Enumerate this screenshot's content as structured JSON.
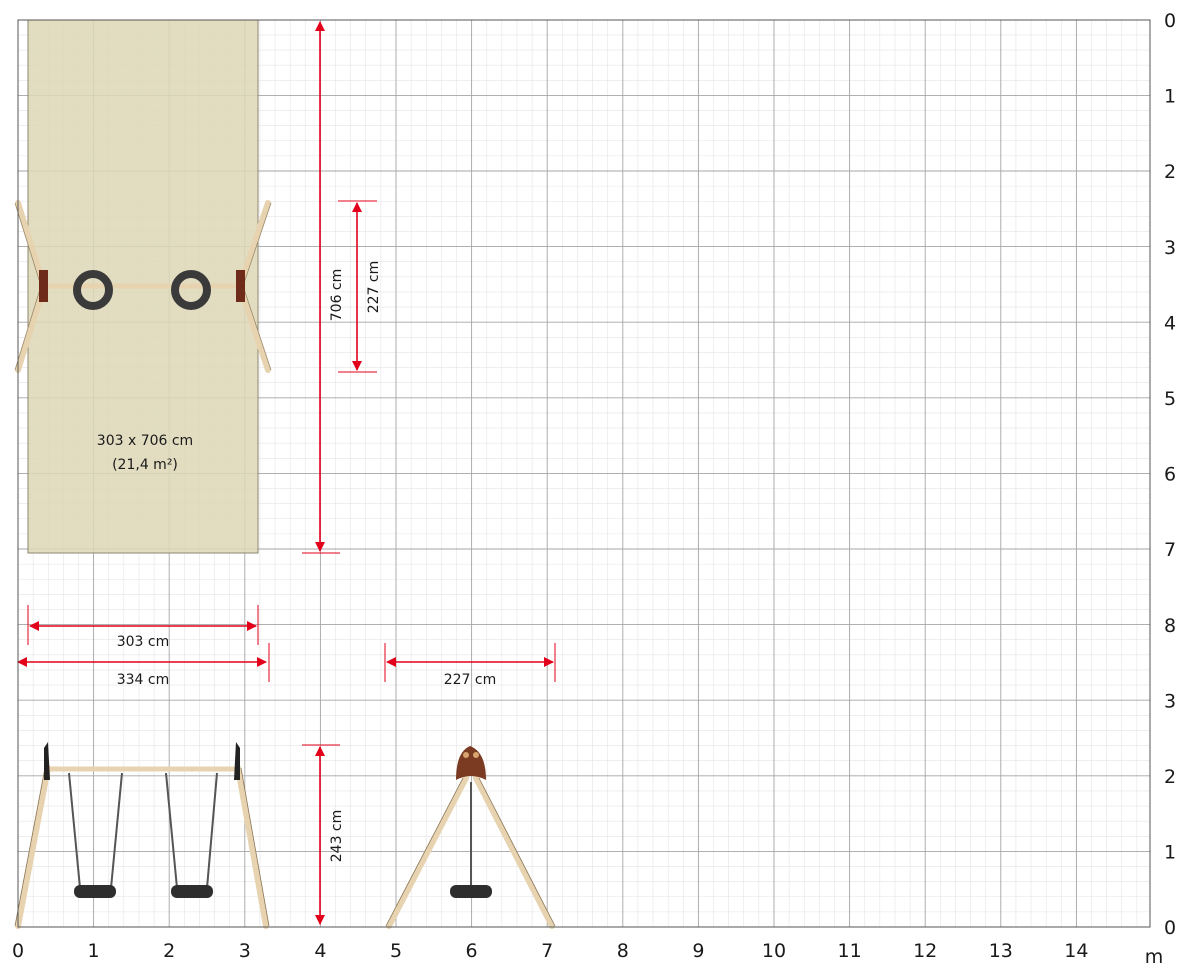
{
  "axes": {
    "x_ticks": [
      "0",
      "1",
      "2",
      "3",
      "4",
      "5",
      "6",
      "7",
      "8",
      "9",
      "10",
      "11",
      "12",
      "13",
      "14"
    ],
    "x_unit": "m",
    "y_ticks": [
      "0",
      "1",
      "2",
      "3",
      "4",
      "5",
      "6",
      "7",
      "8",
      "3",
      "2",
      "1",
      "0"
    ]
  },
  "footprint": {
    "size_text": "303 x 706 cm",
    "area_text": "(21,4 m²)"
  },
  "dimensions": {
    "length_total": "706 cm",
    "swing_spacing": "227 cm",
    "frame_width": "303 cm",
    "overall_width": "334 cm",
    "side_width": "227 cm",
    "height": "243 cm"
  },
  "colors": {
    "grid_major": "#a6a6a6",
    "grid_minor": "#e4e4e4",
    "dimension": "#e2001a",
    "footprint_fill": "#ddd7b6",
    "wood": "#e7d3b0",
    "tire": "#333333"
  }
}
